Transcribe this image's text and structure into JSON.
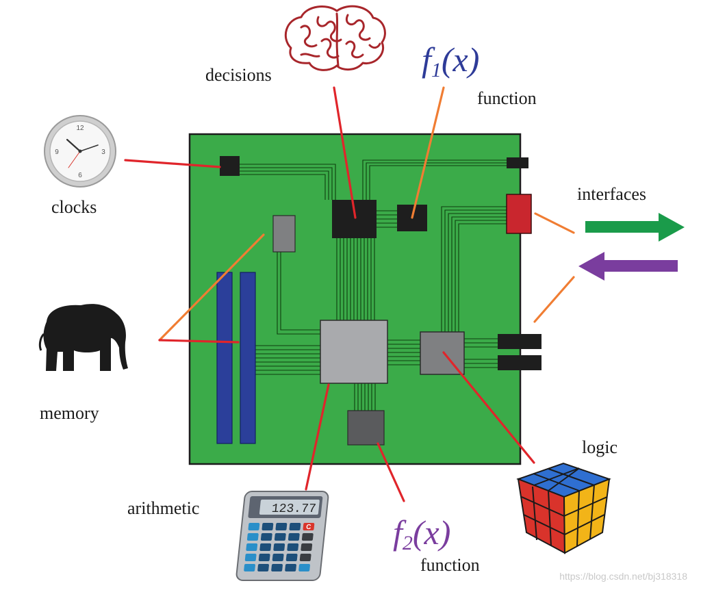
{
  "labels": {
    "decisions": "decisions",
    "function_top": "function",
    "clocks": "clocks",
    "interfaces": "interfaces",
    "memory": "memory",
    "logic": "logic",
    "arithmetic": "arithmetic",
    "function_bottom": "function"
  },
  "formulas": {
    "f1": {
      "letter": "f",
      "sub": "1",
      "arg": "(x)"
    },
    "f2": {
      "letter": "f",
      "sub": "2",
      "arg": "(x)"
    }
  },
  "calculator": {
    "display": "123.77",
    "clear_key": "C"
  },
  "clock": {
    "n12": "12",
    "n3": "3",
    "n6": "6",
    "n9": "9"
  },
  "watermark": "https://blog.csdn.net/bj318318",
  "colors": {
    "board": "#3bab49",
    "board_border": "#1c1c1c",
    "chip_black": "#1e1e1e",
    "chip_gray_light": "#a9aaad",
    "chip_gray_mid": "#7f8082",
    "chip_gray_dark": "#5a5b5d",
    "memory_bar": "#2b3f9a",
    "interface_red": "#c9262e",
    "line_red": "#e0252b",
    "line_orange": "#f07d33",
    "arrow_green": "#1a9b4a",
    "arrow_purple": "#7a3d9e",
    "f1_color": "#2e3b98",
    "f2_color": "#7a3d9e",
    "brain": "#a8262b"
  }
}
